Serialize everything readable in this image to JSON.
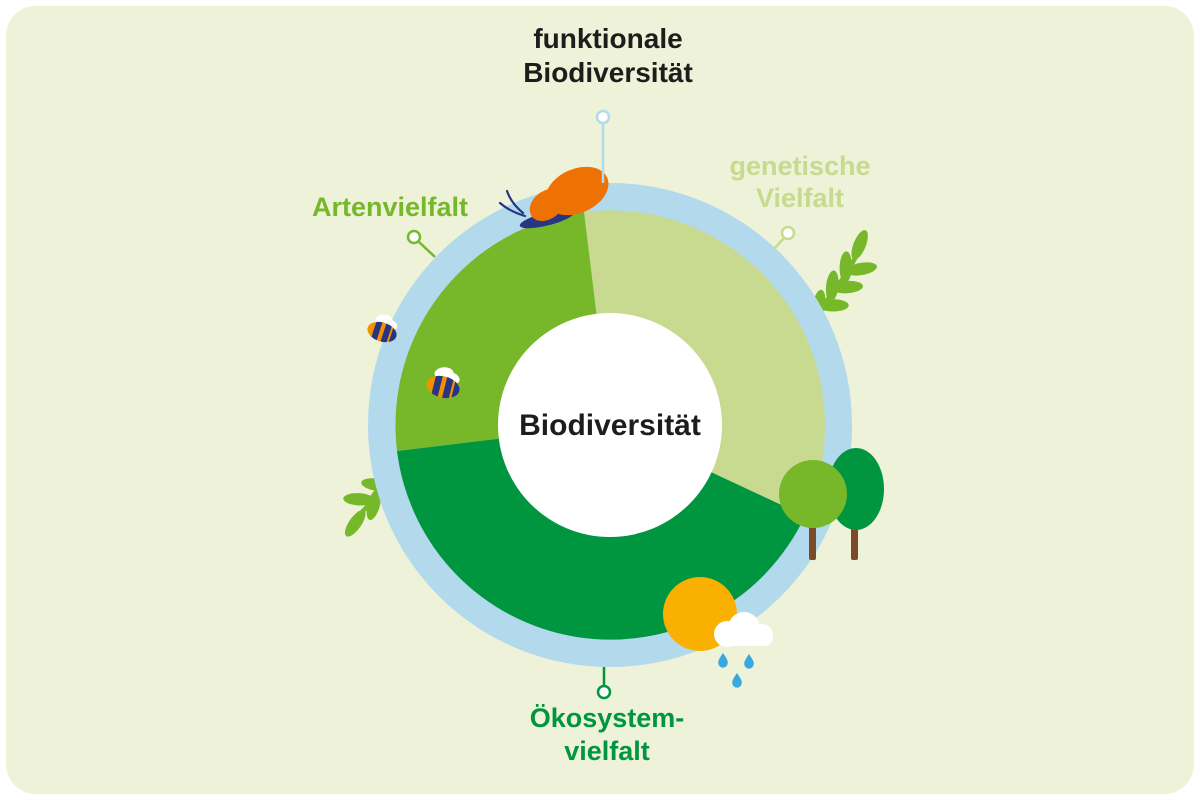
{
  "theme": {
    "page_bg": "#ffffff",
    "canvas_bg": "#edf2d9",
    "ring_color": "#b3d9ec",
    "text_dark": "#1d1d1b"
  },
  "center": {
    "label": "Biodiversität"
  },
  "labels": {
    "functional": {
      "line1": "funktionale",
      "line2": "Biodiversität",
      "color": "#1d1d1b"
    },
    "genetic": {
      "line1": "genetische",
      "line2": "Vielfalt",
      "color": "#c7da8f"
    },
    "species": {
      "line1": "Artenvielfalt",
      "color": "#76b82a"
    },
    "ecosystem": {
      "line1": "Ökosystem-",
      "line2": "vielfalt",
      "color": "#009640"
    }
  },
  "chart_data": {
    "type": "pie",
    "title": "Biodiversität",
    "center_label": "Biodiversität",
    "legend_position": "around",
    "segments": [
      {
        "label": "genetische Vielfalt",
        "color": "#c7da8f",
        "approx_share_deg": 122
      },
      {
        "label": "Ökosystemvielfalt",
        "color": "#009640",
        "approx_share_deg": 148
      },
      {
        "label": "Artenvielfalt",
        "color": "#76b82a",
        "approx_share_deg": 90
      }
    ]
  },
  "decorations": {
    "butterfly": {
      "wing_color": "#ee7203",
      "body_color": "#283583"
    },
    "bees": {
      "body_color": "#f39200",
      "stripe_color": "#283583",
      "wing_color": "#ffffff",
      "count": 2
    },
    "branches": {
      "color": "#76b82a",
      "count": 2
    },
    "trees": {
      "canopy_colors": [
        "#76b82a",
        "#009640"
      ],
      "trunk_color": "#7b4a2b",
      "count": 2
    },
    "sun": {
      "color": "#f9b000"
    },
    "cloud": {
      "color": "#ffffff"
    },
    "raindrops": {
      "color": "#36a9e1",
      "count": 3
    }
  }
}
